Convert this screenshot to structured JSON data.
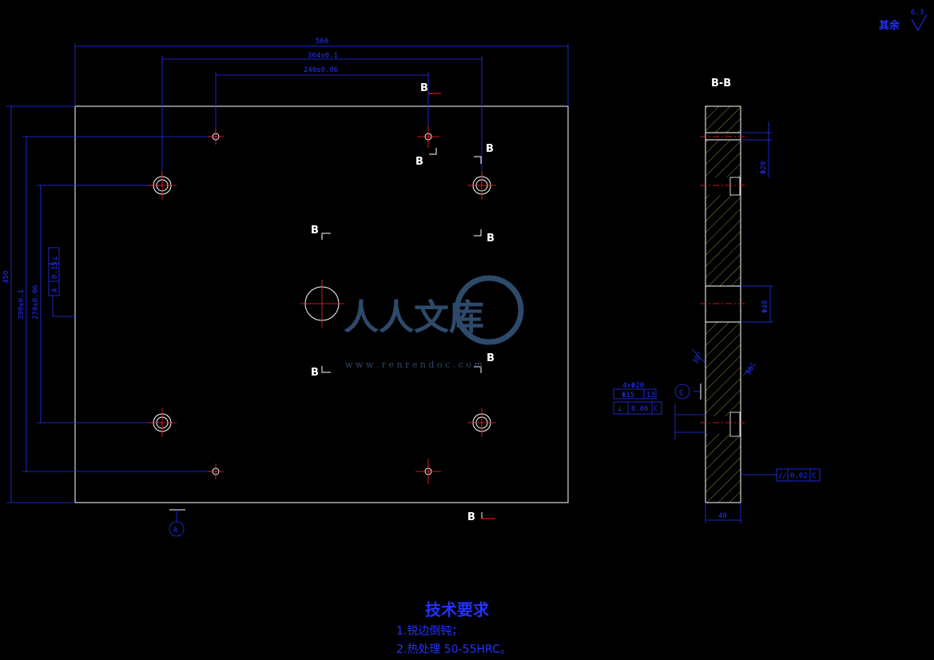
{
  "colors": {
    "background": "#000000",
    "outline": "#ffffff",
    "dimension": "#2233ff",
    "center": "#ff2222",
    "hatch": "#c8c850",
    "watermark": "#2d4a6b"
  },
  "surface_mark": {
    "label": "其余",
    "value": "6.3"
  },
  "plan": {
    "dim_width": "560",
    "dim_hole_x_outer": "364±0.1",
    "dim_hole_x_inner": "240±0.06",
    "dim_height": "450",
    "dim_hole_y_outer": "390±0.1",
    "dim_hole_y_inner": "270±0.06",
    "flatness_box": [
      "⊥",
      "0.15",
      "A"
    ],
    "datum_a": "A",
    "section_label": "B"
  },
  "section": {
    "title": "B-B",
    "dim_hole_small": "Φ20",
    "dim_hole_large": "Φ40",
    "dim_thickness": "40",
    "angle_left": "30°",
    "angle_right": "30°",
    "thread_callout": "4×Φ20",
    "thread_depth": [
      "Φ15",
      "13"
    ],
    "perp_box": [
      "⊥",
      "0.06",
      "C"
    ],
    "parallel_box": [
      "//",
      "0.02",
      "C"
    ],
    "datum_c": "C"
  },
  "notes": {
    "title": "技术要求",
    "items": [
      "1.锐边倒钝；",
      "2.热处理 50-55HRC。"
    ]
  },
  "watermark": {
    "text": "人人文库",
    "url": "w w w . r e n r e n d o c . c o m"
  }
}
